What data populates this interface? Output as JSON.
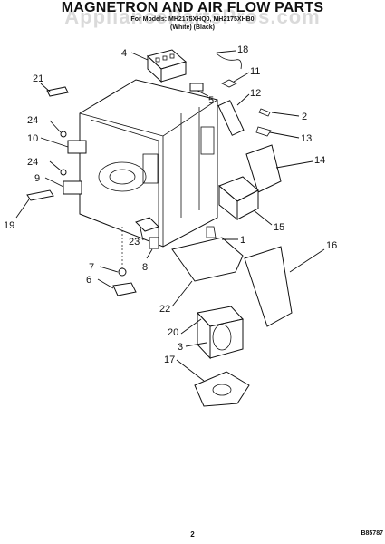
{
  "header": {
    "title": "MAGNETRON AND AIR FLOW PARTS",
    "models_line": "For Models: MH2175XHQ0, MH2175XHB0",
    "colors_line": "(White)      (Black)",
    "watermark": "AppliancePartsPros.com"
  },
  "callouts": [
    "1",
    "2",
    "3",
    "4",
    "5",
    "6",
    "7",
    "8",
    "9",
    "10",
    "11",
    "12",
    "13",
    "14",
    "15",
    "16",
    "17",
    "18",
    "19",
    "20",
    "21",
    "22",
    "23",
    "24",
    "24"
  ],
  "footer": {
    "page_number": "2",
    "doc_code": "B85787"
  }
}
